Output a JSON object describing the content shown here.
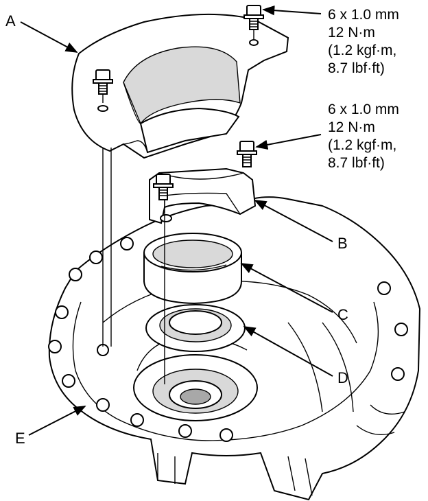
{
  "labels": {
    "a": "A",
    "b": "B",
    "c": "C",
    "d": "D",
    "e": "E"
  },
  "spec_top": {
    "line1": "6 x 1.0 mm",
    "line2": "12 N·m",
    "line3": "(1.2 kgf·m,",
    "line4": "8.7 lbf·ft)"
  },
  "spec_mid": {
    "line1": "6 x 1.0 mm",
    "line2": "12 N·m",
    "line3": "(1.2 kgf·m,",
    "line4": "8.7 lbf·ft)"
  }
}
